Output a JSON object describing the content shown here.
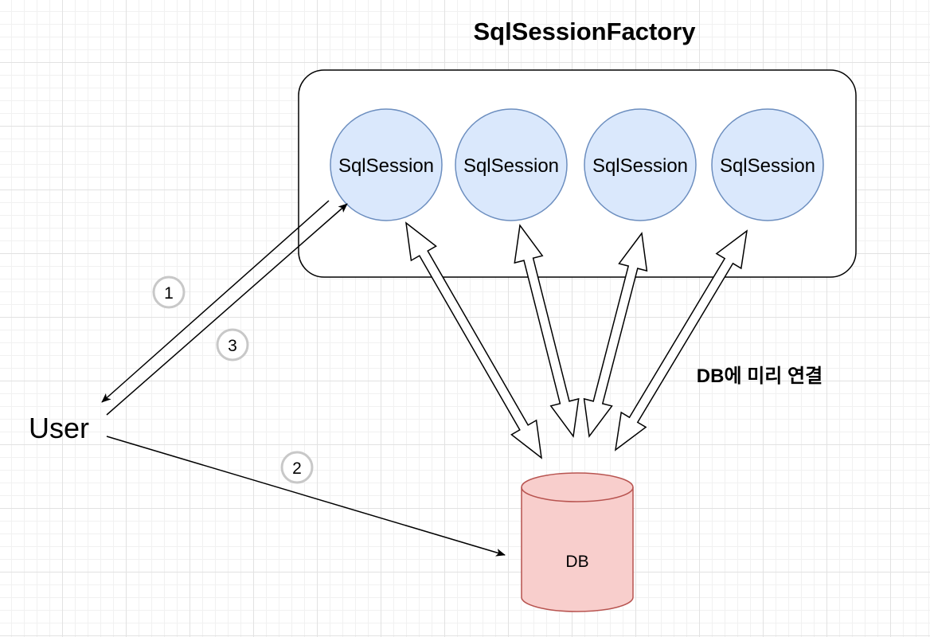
{
  "diagram": {
    "title": "SqlSessionFactory",
    "sessions": [
      {
        "label": "SqlSession"
      },
      {
        "label": "SqlSession"
      },
      {
        "label": "SqlSession"
      },
      {
        "label": "SqlSession"
      }
    ],
    "user_label": "User",
    "db_label": "DB",
    "preconnect_label": "DB에 미리 연결",
    "steps": [
      "1",
      "2",
      "3"
    ],
    "colors": {
      "session_fill": "#dae8fc",
      "session_stroke": "#6c8ebf",
      "db_fill": "#f8cecc",
      "db_stroke": "#b85450",
      "line": "#000000",
      "step_ring": "#c8c8c8"
    }
  }
}
